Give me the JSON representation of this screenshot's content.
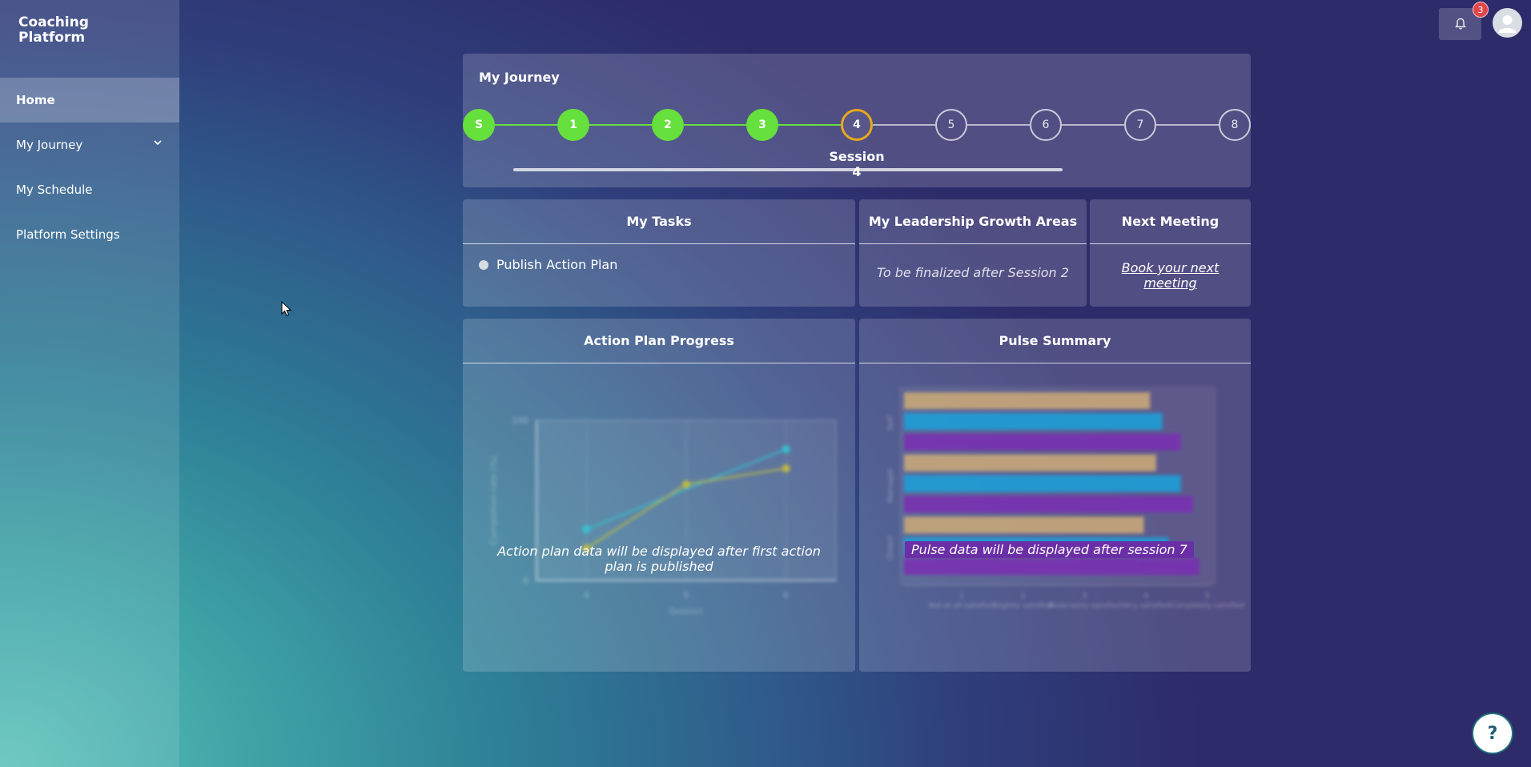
{
  "brand": {
    "line1": "Coaching",
    "line2": "Platform"
  },
  "sidebar": {
    "items": [
      {
        "label": "Home",
        "active": true
      },
      {
        "label": "My Journey",
        "has_submenu": true
      },
      {
        "label": "My Schedule"
      },
      {
        "label": "Platform Settings"
      }
    ]
  },
  "topbar": {
    "notification_count": "3",
    "bell_icon": "bell-icon",
    "avatar_icon": "user-icon"
  },
  "journey": {
    "title": "My Journey",
    "steps": [
      {
        "label": "S",
        "state": "done"
      },
      {
        "label": "1",
        "state": "done"
      },
      {
        "label": "2",
        "state": "done"
      },
      {
        "label": "3",
        "state": "done"
      },
      {
        "label": "4",
        "state": "current"
      },
      {
        "label": "5",
        "state": "future"
      },
      {
        "label": "6",
        "state": "future"
      },
      {
        "label": "7",
        "state": "future"
      },
      {
        "label": "8",
        "state": "future"
      }
    ],
    "current_label": "Session 4"
  },
  "tasks": {
    "title": "My Tasks",
    "items": [
      "Publish Action Plan"
    ]
  },
  "growth": {
    "title": "My Leadership Growth Areas",
    "text": "To be finalized after Session 2"
  },
  "meeting": {
    "title": "Next Meeting",
    "link": "Book your next meeting"
  },
  "action_plan": {
    "title": "Action Plan Progress",
    "message": "Action plan data will be displayed after first action plan is published"
  },
  "pulse": {
    "title": "Pulse Summary",
    "message": "Pulse data will be displayed after session 7"
  },
  "chart_data": [
    {
      "type": "line",
      "title": "",
      "xlabel": "Session",
      "ylabel": "Completion rate (%)",
      "x": [
        4,
        5,
        6
      ],
      "ylim": [
        0,
        100
      ],
      "y_ticks": [
        "0",
        "100"
      ],
      "series": [
        {
          "values": [
            32,
            null,
            82
          ],
          "color": "#35c8d6"
        },
        {
          "values": [
            20,
            60,
            70
          ],
          "color": "#c9c23a"
        }
      ]
    },
    {
      "type": "bar",
      "orientation": "horizontal",
      "categories": [
        "Self",
        "Manager",
        "Direct"
      ],
      "x_tick_labels": [
        "1\nNot at all satisfied",
        "2\nSlightly satisfied",
        "3\nModerately satisfied",
        "4\nVery satisfied",
        "5\nCompletely satisfied"
      ],
      "xlim": [
        0,
        5
      ],
      "series": [
        {
          "values": [
            4.0,
            4.1,
            3.9
          ],
          "color": "#c9a97a"
        },
        {
          "values": [
            4.2,
            4.5,
            4.3
          ],
          "color": "#1fa0d8"
        },
        {
          "values": [
            4.5,
            4.7,
            4.8
          ],
          "color": "#7a32b2"
        }
      ]
    }
  ],
  "help": {
    "label": "?"
  },
  "colors": {
    "done": "#66e03c",
    "current": "#e7a81a",
    "badge": "#e0474c"
  }
}
